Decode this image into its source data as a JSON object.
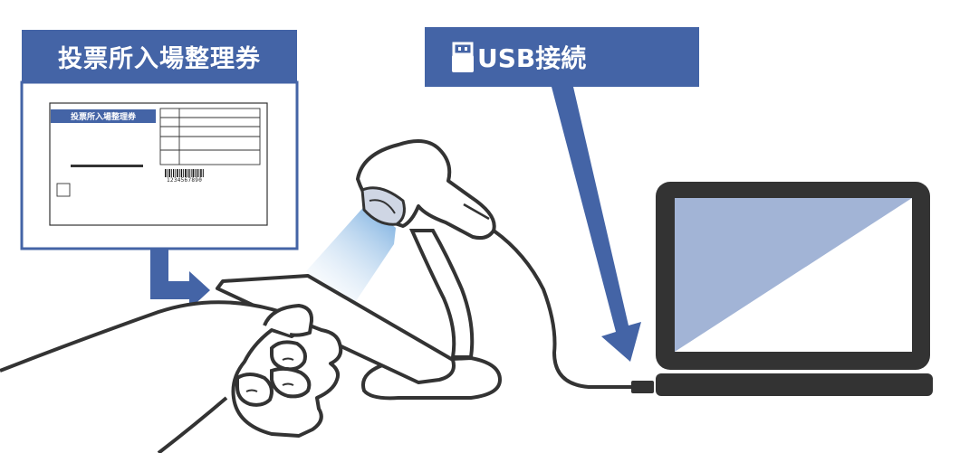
{
  "ticket": {
    "label": "投票所入場整理券",
    "mini_title": "投票所入場整理券",
    "barcode_number": "1234567890"
  },
  "connection": {
    "label": "USB接続",
    "icon": "usb-plug-icon"
  },
  "colors": {
    "accent": "#4464a6",
    "light_beam": "#8fc0e8",
    "screen": "#a2b4d6",
    "device": "#333333"
  }
}
